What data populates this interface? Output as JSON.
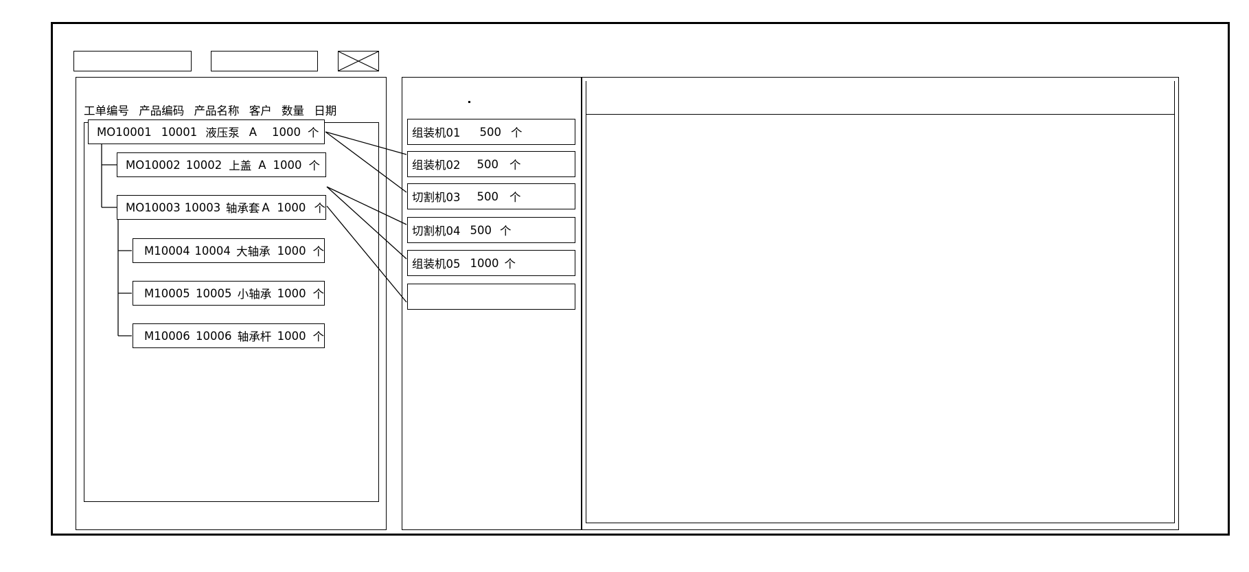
{
  "window": {
    "title": ""
  },
  "toolbar": {
    "field_1_value": "",
    "field_1_placeholder": "",
    "field_2_value": "",
    "field_2_placeholder": "",
    "image_placeholder_icon": "crossed-box-icon"
  },
  "left_panel": {
    "columns": [
      "工单编号",
      "产品编码",
      "产品名称",
      "客户",
      "数量",
      "日期"
    ],
    "rows": [
      {
        "level": 0,
        "order_no": "MO10001",
        "product_code": "10001",
        "product_name": "液压泵",
        "customer": "A",
        "qty": "1000",
        "unit": "个"
      },
      {
        "level": 1,
        "order_no": "MO10002",
        "product_code": "10002",
        "product_name": "上盖",
        "customer": "A",
        "qty": "1000",
        "unit": "个"
      },
      {
        "level": 1,
        "order_no": "MO10003",
        "product_code": "10003",
        "product_name": "轴承套",
        "customer": "A",
        "qty": "1000",
        "unit": "个"
      },
      {
        "level": 2,
        "order_no": "M10004",
        "product_code": "10004",
        "product_name": "大轴承",
        "customer": "",
        "qty": "1000",
        "unit": "个"
      },
      {
        "level": 2,
        "order_no": "M10005",
        "product_code": "10005",
        "product_name": "小轴承",
        "customer": "",
        "qty": "1000",
        "unit": "个"
      },
      {
        "level": 2,
        "order_no": "M10006",
        "product_code": "10006",
        "product_name": "轴承杆",
        "customer": "",
        "qty": "1000",
        "unit": "个"
      }
    ]
  },
  "mid_panel": {
    "machines": [
      {
        "name": "组装机01",
        "qty": "500",
        "unit": "个"
      },
      {
        "name": "组装机02",
        "qty": "500",
        "unit": "个"
      },
      {
        "name": "切割机03",
        "qty": "500",
        "unit": "个"
      },
      {
        "name": "切割机04",
        "qty": "500",
        "unit": "个"
      },
      {
        "name": "组装机05",
        "qty": "1000",
        "unit": "个"
      },
      {
        "name": "",
        "qty": "",
        "unit": ""
      }
    ]
  },
  "right_panel": {
    "content": ""
  },
  "colors": {
    "stroke": "#000000",
    "background": "#ffffff"
  }
}
